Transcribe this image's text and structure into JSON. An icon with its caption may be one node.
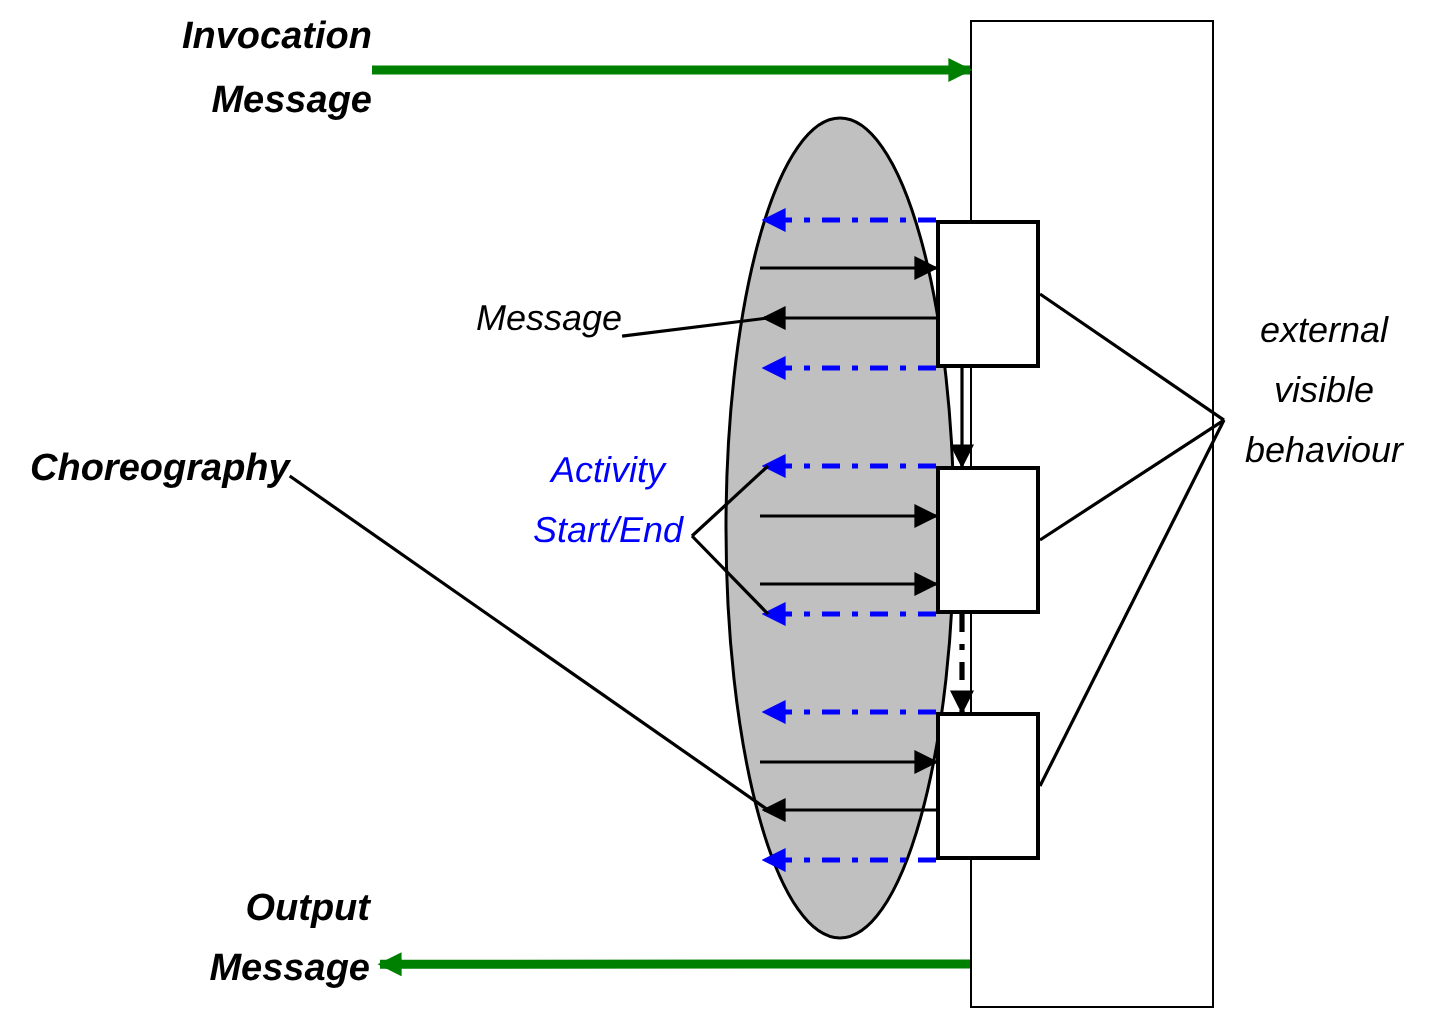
{
  "diagram": {
    "nodes": [
      {
        "text": [
          "Invocation Message"
        ]
      },
      {
        "text": [
          "Output Message"
        ]
      },
      {
        "text": [],
        "shape": "box"
      },
      {
        "text": [],
        "shape": "ellipse"
      },
      {
        "text": [],
        "shape": "box"
      },
      {
        "text": [],
        "shape": "box"
      },
      {
        "text": [],
        "shape": "box"
      },
      {
        "text": [
          "Choreography"
        ]
      },
      {
        "text": [
          "Message"
        ]
      },
      {
        "text": [
          "Activity Start/End"
        ]
      },
      {
        "text": [
          "external visible behaviour"
        ]
      }
    ],
    "edges": [
      {
        "from": 0,
        "to": 2,
        "arrow": "to",
        "style": "thick",
        "color": "#008000"
      },
      {
        "from": 2,
        "to": 1,
        "arrow": "to",
        "style": "thick",
        "color": "#008000"
      },
      {
        "from": 4,
        "to": 3,
        "arrow": "to",
        "style": "dashed",
        "color": "#0000ff"
      },
      {
        "from": 3,
        "to": 4,
        "arrow": "to"
      },
      {
        "from": 4,
        "to": 3,
        "arrow": "to"
      },
      {
        "from": 4,
        "to": 3,
        "arrow": "to",
        "style": "dashed",
        "color": "#0000ff"
      },
      {
        "from": 5,
        "to": 3,
        "arrow": "to",
        "style": "dashed",
        "color": "#0000ff"
      },
      {
        "from": 3,
        "to": 5,
        "arrow": "to"
      },
      {
        "from": 3,
        "to": 5,
        "arrow": "to"
      },
      {
        "from": 5,
        "to": 3,
        "arrow": "to",
        "style": "dashed",
        "color": "#0000ff"
      },
      {
        "from": 6,
        "to": 3,
        "arrow": "to",
        "style": "dashed",
        "color": "#0000ff"
      },
      {
        "from": 3,
        "to": 6,
        "arrow": "to"
      },
      {
        "from": 6,
        "to": 3,
        "arrow": "to"
      },
      {
        "from": 6,
        "to": 3,
        "arrow": "to",
        "style": "dashed",
        "color": "#0000ff"
      },
      {
        "from": 4,
        "to": 5,
        "arrow": "to"
      },
      {
        "from": 5,
        "to": 6,
        "arrow": "to",
        "style": "dashed"
      },
      {
        "from": 8,
        "to": 3,
        "arrow": "none"
      },
      {
        "from": 9,
        "to": 3,
        "arrow": "none"
      },
      {
        "from": 9,
        "to": 3,
        "arrow": "none"
      },
      {
        "from": 7,
        "to": 3,
        "arrow": "none"
      },
      {
        "from": 10,
        "to": 4,
        "arrow": "none"
      },
      {
        "from": 10,
        "to": 5,
        "arrow": "none"
      },
      {
        "from": 10,
        "to": 6,
        "arrow": "none"
      }
    ]
  }
}
